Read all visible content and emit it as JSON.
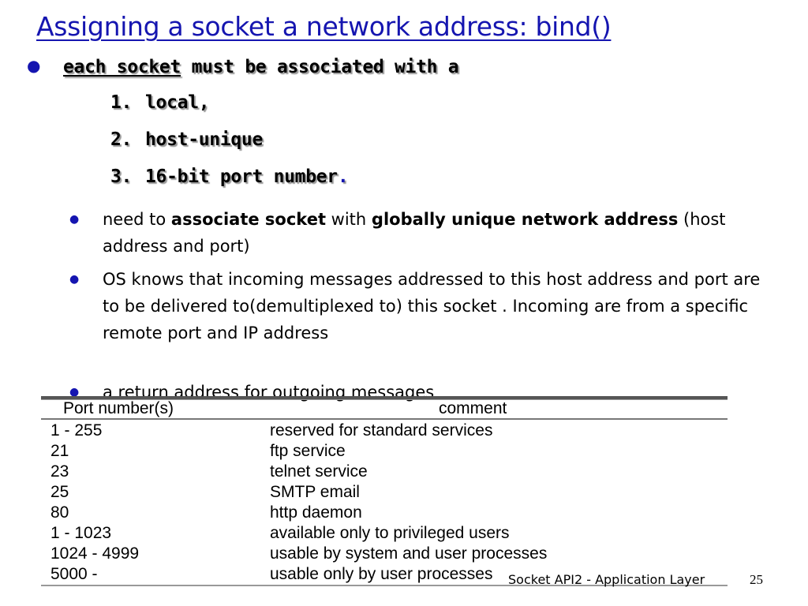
{
  "title": "Assigning a socket a network address: bind()",
  "bullet1": {
    "underlined": "each socket",
    "rest": " must be associated with a"
  },
  "numbered": [
    {
      "num": "1.",
      "text": "local,",
      "suffix": ""
    },
    {
      "num": "2.",
      "text": "host-unique",
      "suffix": ""
    },
    {
      "num": "3.",
      "text": "16-bit port number",
      "suffix": "."
    }
  ],
  "subbullets": [
    {
      "pre": "need to ",
      "b1": "associate socket",
      "mid": " with ",
      "b2": "globally unique  network address",
      "post": " (host address and port)"
    },
    {
      "text": "OS knows that incoming messages addressed to this host address and port are to be delivered to(demultiplexed to) this socket . Incoming are from a specific remote port and IP address"
    },
    {
      "text": "a return address for outgoing messages"
    }
  ],
  "table": {
    "headers": [
      "Port number(s)",
      "comment"
    ],
    "rows": [
      [
        "1 - 255",
        "reserved for standard services"
      ],
      [
        "21",
        "ftp service"
      ],
      [
        "23",
        "telnet service"
      ],
      [
        "25",
        "SMTP email"
      ],
      [
        "80",
        "http daemon"
      ],
      [
        "1 - 1023",
        "available only to privileged users"
      ],
      [
        "1024 - 4999",
        "usable by system and user processes"
      ],
      [
        "5000 -",
        "usable only by user processes"
      ]
    ]
  },
  "footer": "Socket API2 - Application Layer",
  "page_number": "25",
  "colors": {
    "title": "#1515b0",
    "bullet": "#1515b0"
  }
}
